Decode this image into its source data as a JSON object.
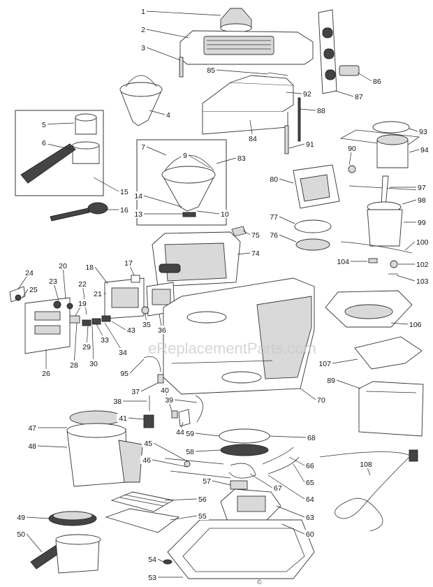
{
  "watermark": "eReplacementParts.com",
  "copyright": "©",
  "part_numbers": [
    "1",
    "2",
    "3",
    "4",
    "5",
    "6",
    "15",
    "16",
    "7",
    "9",
    "83",
    "14",
    "13",
    "10",
    "85",
    "86",
    "87",
    "92",
    "88",
    "84",
    "91",
    "93",
    "90",
    "94",
    "80",
    "97",
    "98",
    "99",
    "77",
    "76",
    "75",
    "74",
    "100",
    "104",
    "102",
    "103",
    "18",
    "17",
    "24",
    "25",
    "20",
    "23",
    "22",
    "19",
    "21",
    "43",
    "35",
    "36",
    "33",
    "34",
    "29",
    "30",
    "28",
    "26",
    "106",
    "107",
    "89",
    "95",
    "37",
    "38",
    "41",
    "40",
    "39",
    "44",
    "70",
    "47",
    "59",
    "68",
    "58",
    "45",
    "46",
    "66",
    "65",
    "48",
    "108",
    "57",
    "67",
    "64",
    "56",
    "63",
    "49",
    "55",
    "60",
    "50",
    "54",
    "53"
  ]
}
